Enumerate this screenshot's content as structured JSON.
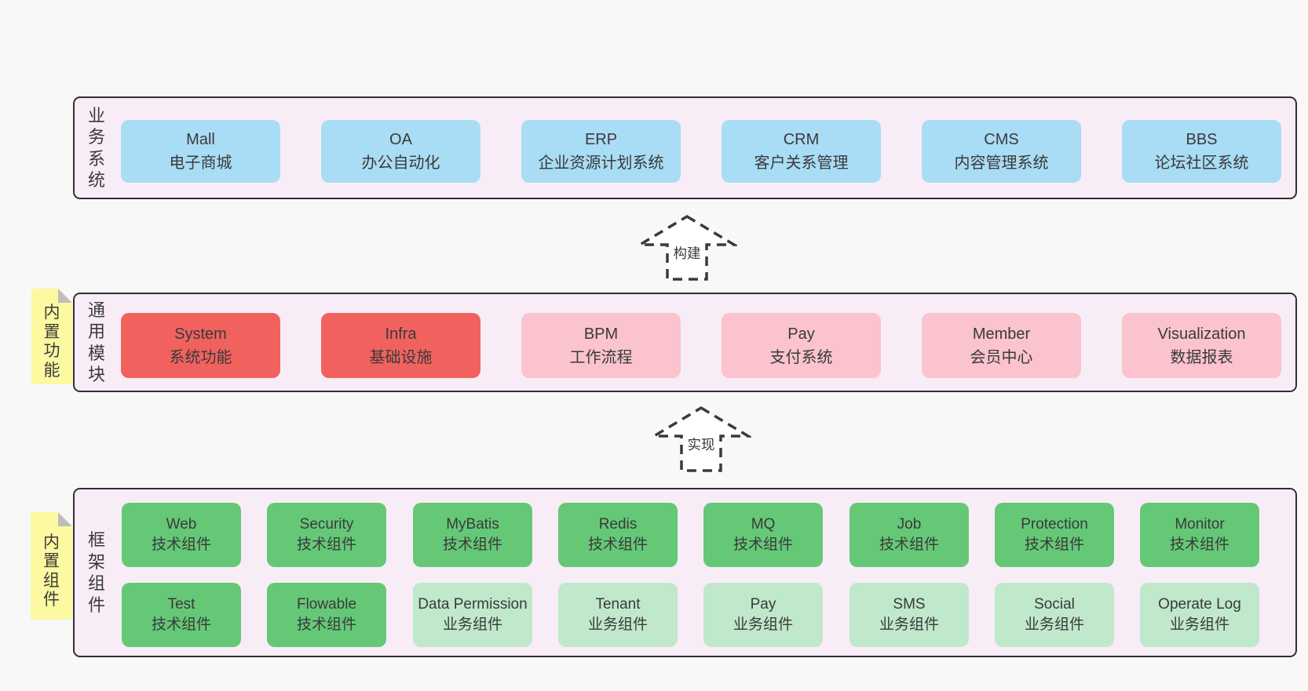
{
  "colors": {
    "page_bg": "#f8f8f8",
    "container_bg": "#f8edf6",
    "border": "#303030",
    "text": "#333333",
    "blue": "#a9dcf5",
    "red": "#f1625f",
    "pink": "#fac3cd",
    "green": "#65c877",
    "light_green": "#c0e8ca",
    "note_yellow": "#fcf9a1",
    "note_fold": "#bdbdbd"
  },
  "arrows": [
    {
      "label": "构建"
    },
    {
      "label": "实现"
    }
  ],
  "layers": [
    {
      "label": "业务系统",
      "boxes": [
        {
          "title": "Mall",
          "subtitle": "电子商城"
        },
        {
          "title": "OA",
          "subtitle": "办公自动化"
        },
        {
          "title": "ERP",
          "subtitle": "企业资源计划系统"
        },
        {
          "title": "CRM",
          "subtitle": "客户关系管理"
        },
        {
          "title": "CMS",
          "subtitle": "内容管理系统"
        },
        {
          "title": "BBS",
          "subtitle": "论坛社区系统"
        }
      ]
    },
    {
      "label": "通用模块",
      "note": "内置功能",
      "boxes": [
        {
          "title": "System",
          "subtitle": "系统功能"
        },
        {
          "title": "Infra",
          "subtitle": "基础设施"
        },
        {
          "title": "BPM",
          "subtitle": "工作流程"
        },
        {
          "title": "Pay",
          "subtitle": "支付系统"
        },
        {
          "title": "Member",
          "subtitle": "会员中心"
        },
        {
          "title": "Visualization",
          "subtitle": "数据报表"
        }
      ]
    },
    {
      "label": "框架组件",
      "note": "内置组件",
      "row1": [
        {
          "title": "Web",
          "subtitle": "技术组件"
        },
        {
          "title": "Security",
          "subtitle": "技术组件"
        },
        {
          "title": "MyBatis",
          "subtitle": "技术组件"
        },
        {
          "title": "Redis",
          "subtitle": "技术组件"
        },
        {
          "title": "MQ",
          "subtitle": "技术组件"
        },
        {
          "title": "Job",
          "subtitle": "技术组件"
        },
        {
          "title": "Protection",
          "subtitle": "技术组件"
        },
        {
          "title": "Monitor",
          "subtitle": "技术组件"
        }
      ],
      "row2": [
        {
          "title": "Test",
          "subtitle": "技术组件"
        },
        {
          "title": "Flowable",
          "subtitle": "技术组件"
        },
        {
          "title": "Data Permission",
          "subtitle": "业务组件"
        },
        {
          "title": "Tenant",
          "subtitle": "业务组件"
        },
        {
          "title": "Pay",
          "subtitle": "业务组件"
        },
        {
          "title": "SMS",
          "subtitle": "业务组件"
        },
        {
          "title": "Social",
          "subtitle": "业务组件"
        },
        {
          "title": "Operate Log",
          "subtitle": "业务组件"
        }
      ]
    }
  ]
}
